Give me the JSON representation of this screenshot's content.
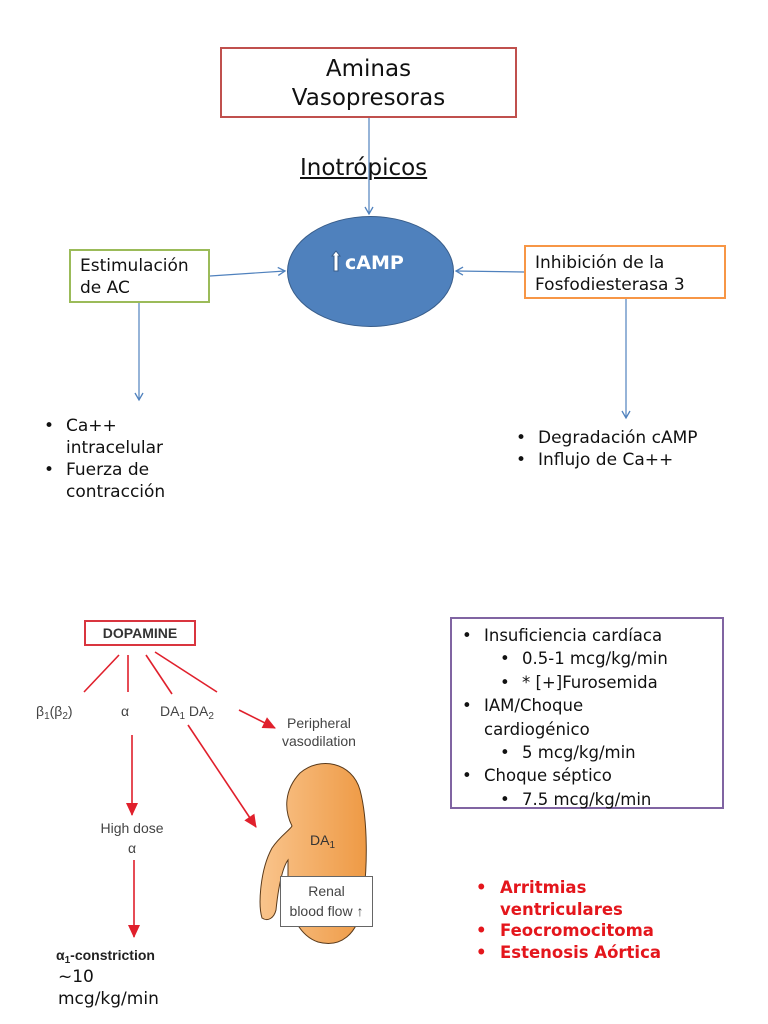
{
  "top_diagram": {
    "title_lines": [
      "Aminas",
      "Vasopresoras"
    ],
    "subtitle": "Inotrópicos",
    "left_box_lines": [
      "Estimulación",
      "de AC"
    ],
    "right_box_lines": [
      "Inhibición de la",
      "Fosfodiesterasa 3"
    ],
    "center_node": {
      "arrow_icon": "up-arrow-icon",
      "label": "cAMP",
      "color": "#4f81bd"
    },
    "left_effects": [
      {
        "lines": [
          "Ca++",
          "intracelular"
        ]
      },
      {
        "lines": [
          "Fuerza de",
          "contracción"
        ]
      }
    ],
    "right_effects": [
      "Degradación cAMP",
      "Influjo de Ca++"
    ],
    "colors": {
      "title_border": "#c0504d",
      "left_border": "#9bbb59",
      "right_border": "#f79646",
      "connector": "#4f81bd"
    }
  },
  "dopamine_figure": {
    "title": "DOPAMINE",
    "receptors": {
      "beta": "β",
      "beta_sub1": "1",
      "beta_paren": "(β",
      "beta_sub2": "2",
      "alpha": "α",
      "da1": "DA",
      "da1_sub": "1",
      "da2": "DA",
      "da2_sub": "2"
    },
    "peripheral_lines": [
      "Peripheral",
      "vasodilation"
    ],
    "high_dose_lines": [
      "High dose",
      "α"
    ],
    "kidney_label": "DA",
    "kidney_label_sub": "1",
    "renal_lines": [
      "Renal",
      "blood flow ↑"
    ],
    "alpha_constriction": "α",
    "alpha_constriction_sub": "1",
    "alpha_constriction_text": "-constriction",
    "alpha_dose_lines": [
      "~10",
      "mcg/kg/min"
    ],
    "colors": {
      "arrow": "#e0202c",
      "kidney": "#f2a65a"
    }
  },
  "dosing_box": {
    "items": [
      {
        "level": 1,
        "text": "Insuficiencia cardíaca"
      },
      {
        "level": 2,
        "text": "0.5-1 mcg/kg/min"
      },
      {
        "level": 2,
        "text": "* [+]Furosemida"
      },
      {
        "level": 1,
        "text": "IAM/Choque"
      },
      {
        "level": 1,
        "text": "cardiogénico",
        "continuation": true
      },
      {
        "level": 2,
        "text": "5 mcg/kg/min"
      },
      {
        "level": 1,
        "text": "Choque séptico"
      },
      {
        "level": 2,
        "text": "7.5 mcg/kg/min"
      }
    ],
    "border_color": "#8064a2"
  },
  "contraindications": {
    "color": "#e4161c",
    "items": [
      {
        "lines": [
          "Arritmias",
          "ventriculares"
        ]
      },
      {
        "lines": [
          "Feocromocitoma"
        ]
      },
      {
        "lines": [
          "Estenosis Aórtica"
        ]
      }
    ]
  }
}
